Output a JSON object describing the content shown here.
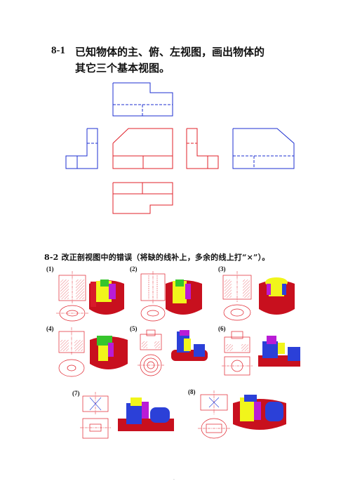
{
  "section1": {
    "number": "8-1",
    "line1": "已知物体的主、俯、左视图，画出物体的",
    "line2": "其它三个基本视图。"
  },
  "section2": {
    "title": "8-2 改正剖视图中的错误（将缺的线补上，多余的线上打“×”）。"
  },
  "figure_labels": [
    "(1)",
    "(2)",
    "(3)",
    "(4)",
    "(5)",
    "(6)",
    "(7)",
    "(8)"
  ],
  "footer": "."
}
